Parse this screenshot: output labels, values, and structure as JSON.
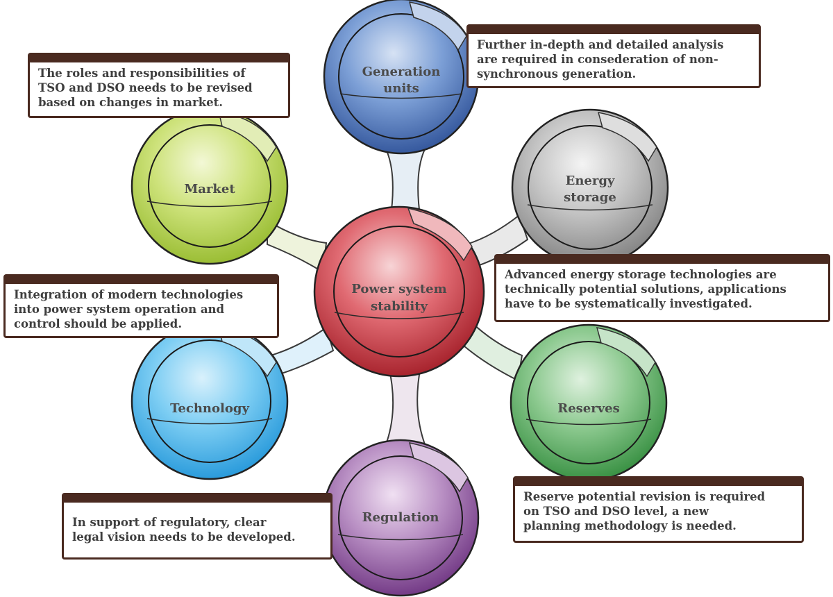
{
  "diagram": {
    "center": {
      "label_line1": "Power system",
      "label_line2": "stability",
      "color": "#c8323c"
    },
    "nodes": {
      "generation": {
        "label_line1": "Generation",
        "label_line2": "units",
        "color": "#3f6fbf"
      },
      "market": {
        "label": "Market",
        "color": "#a9d13c"
      },
      "storage": {
        "label_line1": "Energy",
        "label_line2": "storage",
        "color": "#8f8f8f"
      },
      "technology": {
        "label": "Technology",
        "color": "#2aa6e8"
      },
      "reserves": {
        "label": "Reserves",
        "color": "#3f9f48"
      },
      "regulation": {
        "label": "Regulation",
        "color": "#7a3f8f"
      }
    },
    "callouts": {
      "market": [
        "The roles and responsibilities of",
        "TSO and DSO needs to be revised",
        "based on changes in market."
      ],
      "generation": [
        "Further in-depth and detailed analysis",
        "are required in consederation of non-",
        "synchronous generation."
      ],
      "technology": [
        "Integration of modern technologies",
        "into power system operation and",
        "control should be applied."
      ],
      "storage": [
        "Advanced energy storage technologies are",
        "technically potential solutions, applications",
        "have to be systematically investigated."
      ],
      "regulation": [
        "In support of regulatory, clear",
        "legal vision needs to be developed."
      ],
      "reserves": [
        "Reserve potential revision is required",
        "on TSO and DSO level, a new",
        "planning methodology is needed."
      ],
      "border_color": "#4a2a20"
    }
  }
}
